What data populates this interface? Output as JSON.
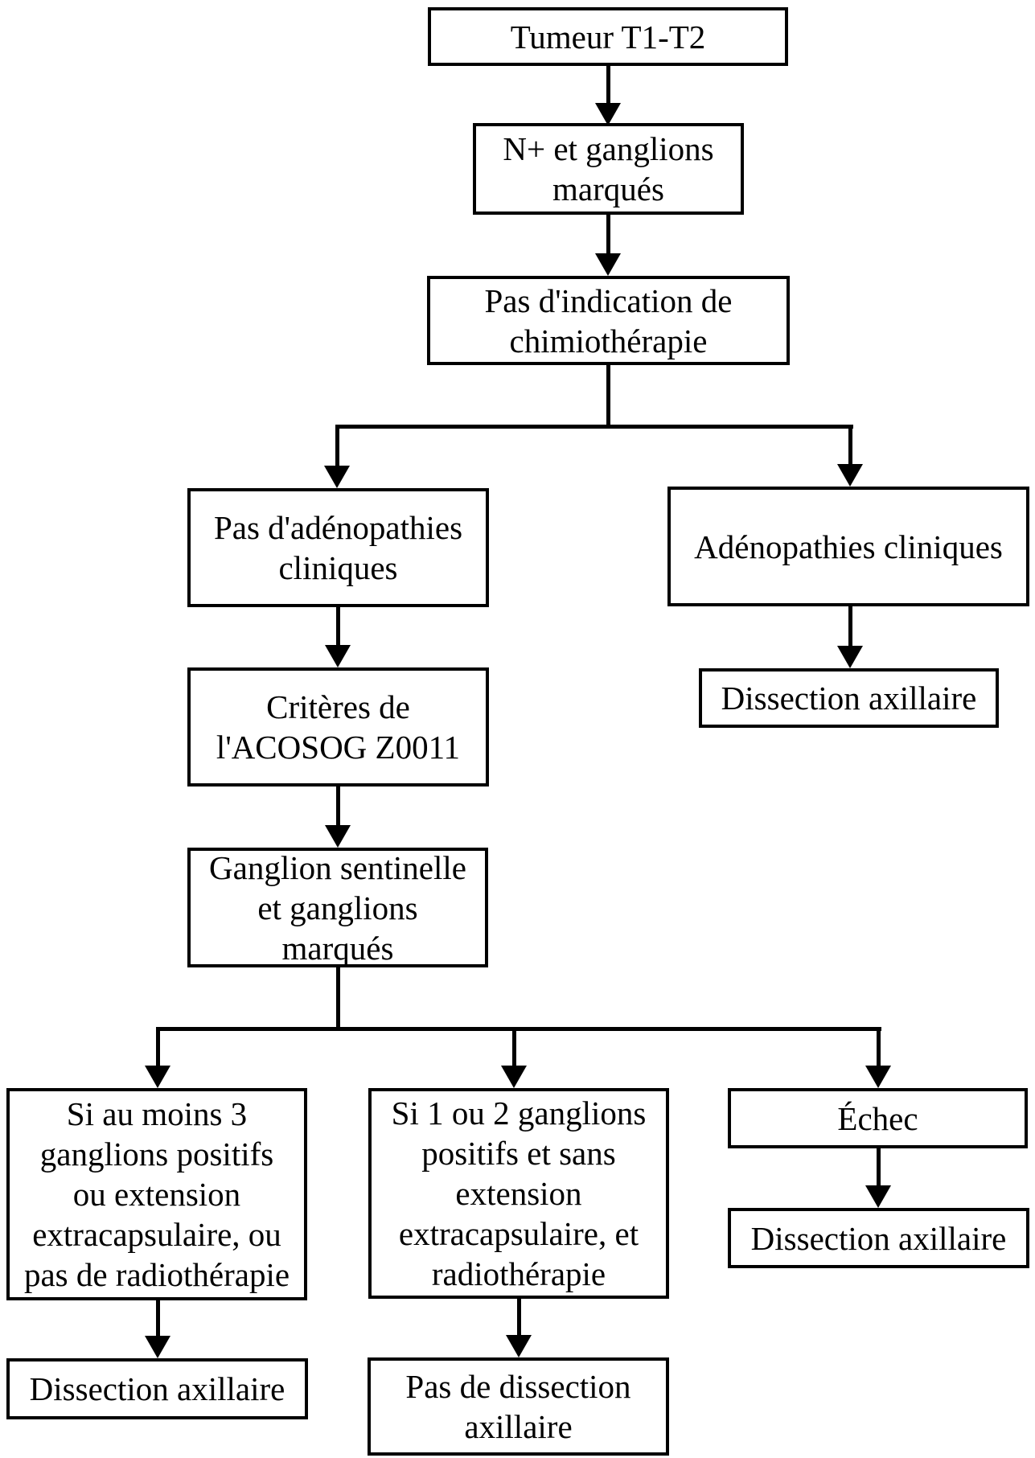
{
  "diagram": {
    "type": "flowchart",
    "language": "fr",
    "colors": {
      "line": "#000000",
      "text": "#000000",
      "box_background": "#ffffff",
      "page_background": "#ffffff"
    },
    "nodes": {
      "tumeur": {
        "label": "Tumeur T1-T2"
      },
      "n_plus": {
        "label": "N+ et ganglions\nmarqués"
      },
      "pas_indication": {
        "label": "Pas d'indication de\nchimiothérapie"
      },
      "pas_adenopathies": {
        "label": "Pas d'adénopathies\ncliniques"
      },
      "adenopathies": {
        "label": "Adénopathies cliniques"
      },
      "criteres": {
        "label": "Critères de\nl'ACOSOG Z0011"
      },
      "dissection_droite": {
        "label": "Dissection axillaire"
      },
      "ganglion_sentinelle": {
        "label": "Ganglion sentinelle\net ganglions\nmarqués"
      },
      "au_moins_3": {
        "label": "Si au moins 3\nganglions positifs\nou extension\nextracapsulaire, ou\npas de radiothérapie"
      },
      "un_ou_deux": {
        "label": "Si 1 ou 2 ganglions\npositifs et sans\nextension\nextracapsulaire, et\nradiothérapie"
      },
      "echec": {
        "label": "Échec"
      },
      "dissection_echec": {
        "label": "Dissection axillaire"
      },
      "dissection_gauche": {
        "label": "Dissection axillaire"
      },
      "pas_dissection": {
        "label": "Pas de dissection\naxillaire"
      }
    },
    "edges": [
      {
        "from": "tumeur",
        "to": "n_plus"
      },
      {
        "from": "n_plus",
        "to": "pas_indication"
      },
      {
        "from": "pas_indication",
        "to": "pas_adenopathies"
      },
      {
        "from": "pas_indication",
        "to": "adenopathies"
      },
      {
        "from": "pas_adenopathies",
        "to": "criteres"
      },
      {
        "from": "adenopathies",
        "to": "dissection_droite"
      },
      {
        "from": "criteres",
        "to": "ganglion_sentinelle"
      },
      {
        "from": "ganglion_sentinelle",
        "to": "au_moins_3"
      },
      {
        "from": "ganglion_sentinelle",
        "to": "un_ou_deux"
      },
      {
        "from": "ganglion_sentinelle",
        "to": "echec"
      },
      {
        "from": "au_moins_3",
        "to": "dissection_gauche"
      },
      {
        "from": "un_ou_deux",
        "to": "pas_dissection"
      },
      {
        "from": "echec",
        "to": "dissection_echec"
      }
    ]
  }
}
